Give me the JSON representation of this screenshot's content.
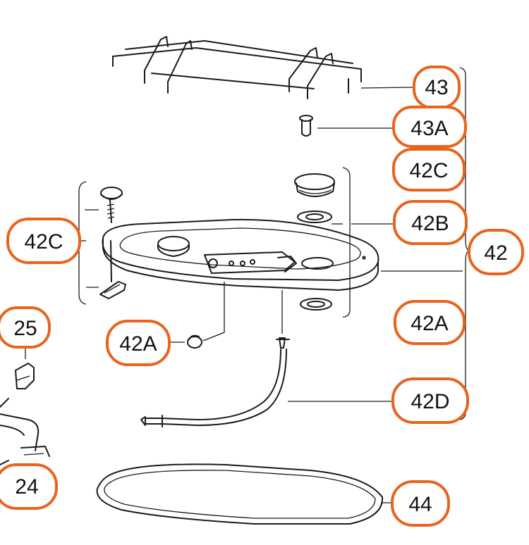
{
  "callout_color": "#e8641e",
  "labels": {
    "l43": "43",
    "l43a": "43A",
    "l42c_right": "42C",
    "l42b": "42B",
    "l42": "42",
    "l42c_left": "42C",
    "l42a_right": "42A",
    "l42a_left": "42A",
    "l25": "25",
    "l42d": "42D",
    "l24": "24",
    "l44": "44"
  }
}
